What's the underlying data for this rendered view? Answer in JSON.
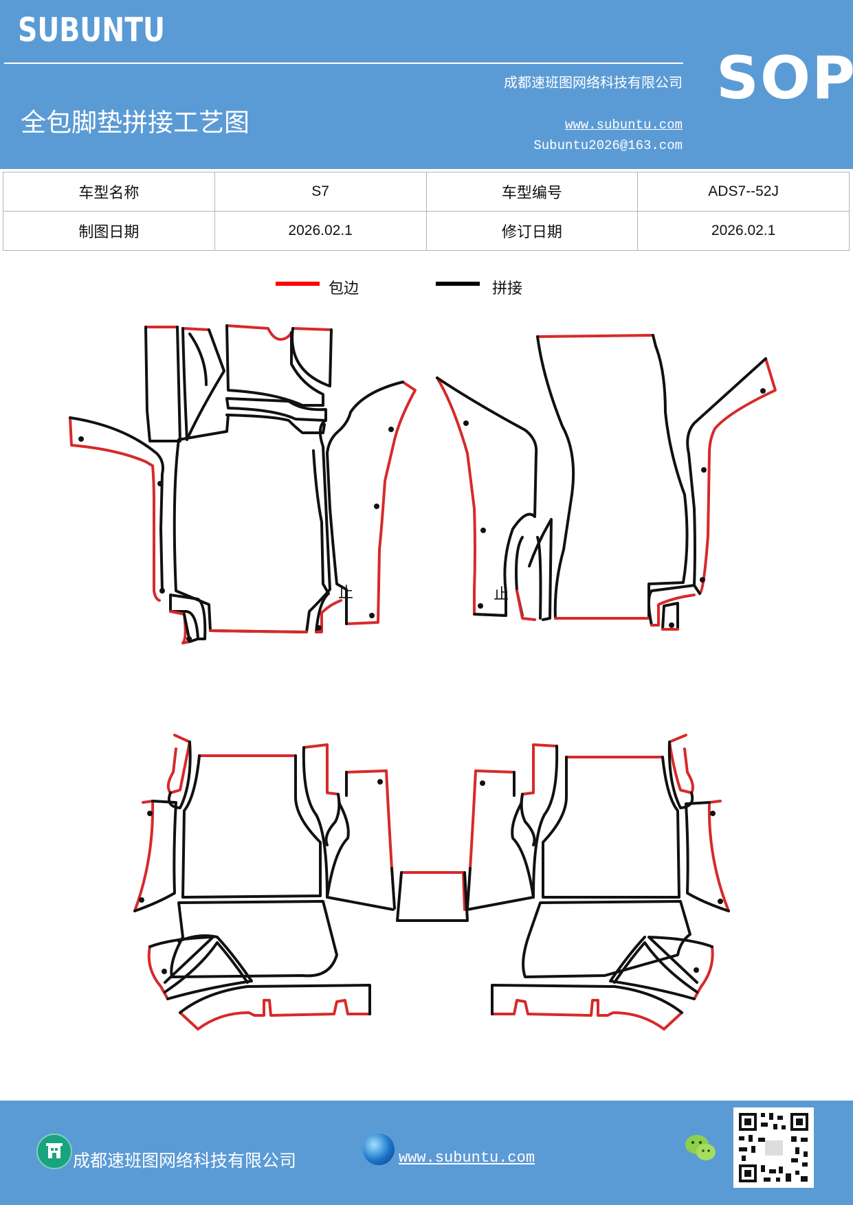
{
  "header": {
    "brand": "SUBUNTU",
    "company": "成都速班图网络科技有限公司",
    "title": "全包脚垫拼接工艺图",
    "website": "www.subuntu.com",
    "email": "Subuntu2026@163.com",
    "badge": "SOP"
  },
  "info_table": {
    "row1": {
      "label1": "车型名称",
      "value1": "S7",
      "label2": "车型编号",
      "value2": "ADS7--52J"
    },
    "row2": {
      "label1": "制图日期",
      "value1": "2026.02.1",
      "label2": "修订日期",
      "value2": "2026.02.1"
    }
  },
  "legend": {
    "items": [
      {
        "label": "包边",
        "color": "#ff0000"
      },
      {
        "label": "拼接",
        "color": "#000000"
      }
    ]
  },
  "diagram": {
    "stop_mark_left": "止",
    "stop_mark_right": "止",
    "edge_color": "#d62a2a",
    "seam_color": "#111111"
  },
  "footer": {
    "company": "成都速班图网络科技有限公司",
    "website": "www.subuntu.com",
    "icons": [
      "company-icon",
      "globe-icon",
      "wechat-icon",
      "qr-code"
    ]
  },
  "colors": {
    "band": "#5b9bd5",
    "text": "#ffffff"
  }
}
